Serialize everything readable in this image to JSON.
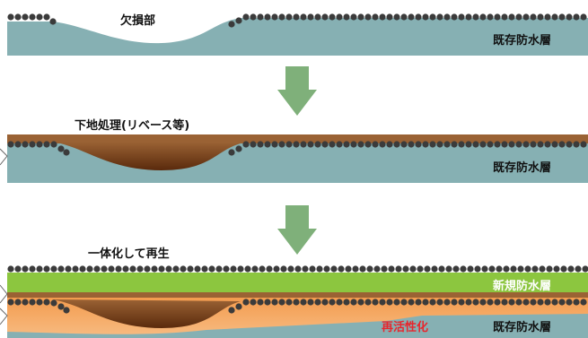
{
  "panels": [
    {
      "label": "欠損部",
      "existing_layer": "既存防水層"
    },
    {
      "label": "下地処理(リベース等)",
      "existing_layer": "既存防水層"
    },
    {
      "label": "一体化して再生",
      "new_layer": "新規防水層",
      "existing_layer": "既存防水層",
      "reactivation": "再活性化"
    }
  ],
  "colors": {
    "existing_layer": "#86b0b3",
    "rebase_top": "#8b5a2b",
    "rebase_fill": "#6b3310",
    "new_layer": "#8cc63f",
    "reactivated": "#f6a15a",
    "granules": "#3b3b3b",
    "arrow": "#7fb07a",
    "reactivation_text": "#e8262d"
  }
}
